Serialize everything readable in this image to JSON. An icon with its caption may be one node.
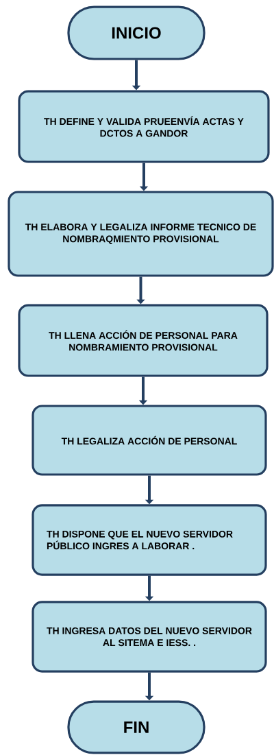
{
  "diagram": {
    "nodes": [
      {
        "text": [
          "INICIO"
        ]
      },
      {
        "text": [
          "TH DEFINE Y VALIDA PRUEENVÍA ACTAS Y DCTOS A GANDOR"
        ]
      },
      {
        "text": [
          "TH ELABORA Y LEGALIZA INFORME TECNICO DE NOMBRAQMIENTO PROVISIONAL"
        ]
      },
      {
        "text": [
          "TH LLENA ACCIÓN DE PERSONAL PARA NOMBRAMIENTO PROVISIONAL"
        ]
      },
      {
        "text": [
          "TH LEGALIZA ACCIÓN DE PERSONAL"
        ]
      },
      {
        "text": [
          "TH DISPONE QUE EL NUEVO SERVIDOR PÚBLICO INGRES A LABORAR ."
        ]
      },
      {
        "text": [
          "TH INGRESA DATOS DEL NUEVO SERVIDOR AL SITEMA E IESS. ."
        ]
      },
      {
        "text": [
          "FIN"
        ]
      }
    ],
    "edges": [
      {
        "from": 0,
        "to": 1,
        "arrow": "to"
      },
      {
        "from": 1,
        "to": 2,
        "arrow": "to"
      },
      {
        "from": 2,
        "to": 3,
        "arrow": "to"
      },
      {
        "from": 3,
        "to": 4,
        "arrow": "to"
      },
      {
        "from": 4,
        "to": 5,
        "arrow": "to"
      },
      {
        "from": 5,
        "to": 6,
        "arrow": "to"
      },
      {
        "from": 6,
        "to": 7,
        "arrow": "to"
      }
    ]
  }
}
